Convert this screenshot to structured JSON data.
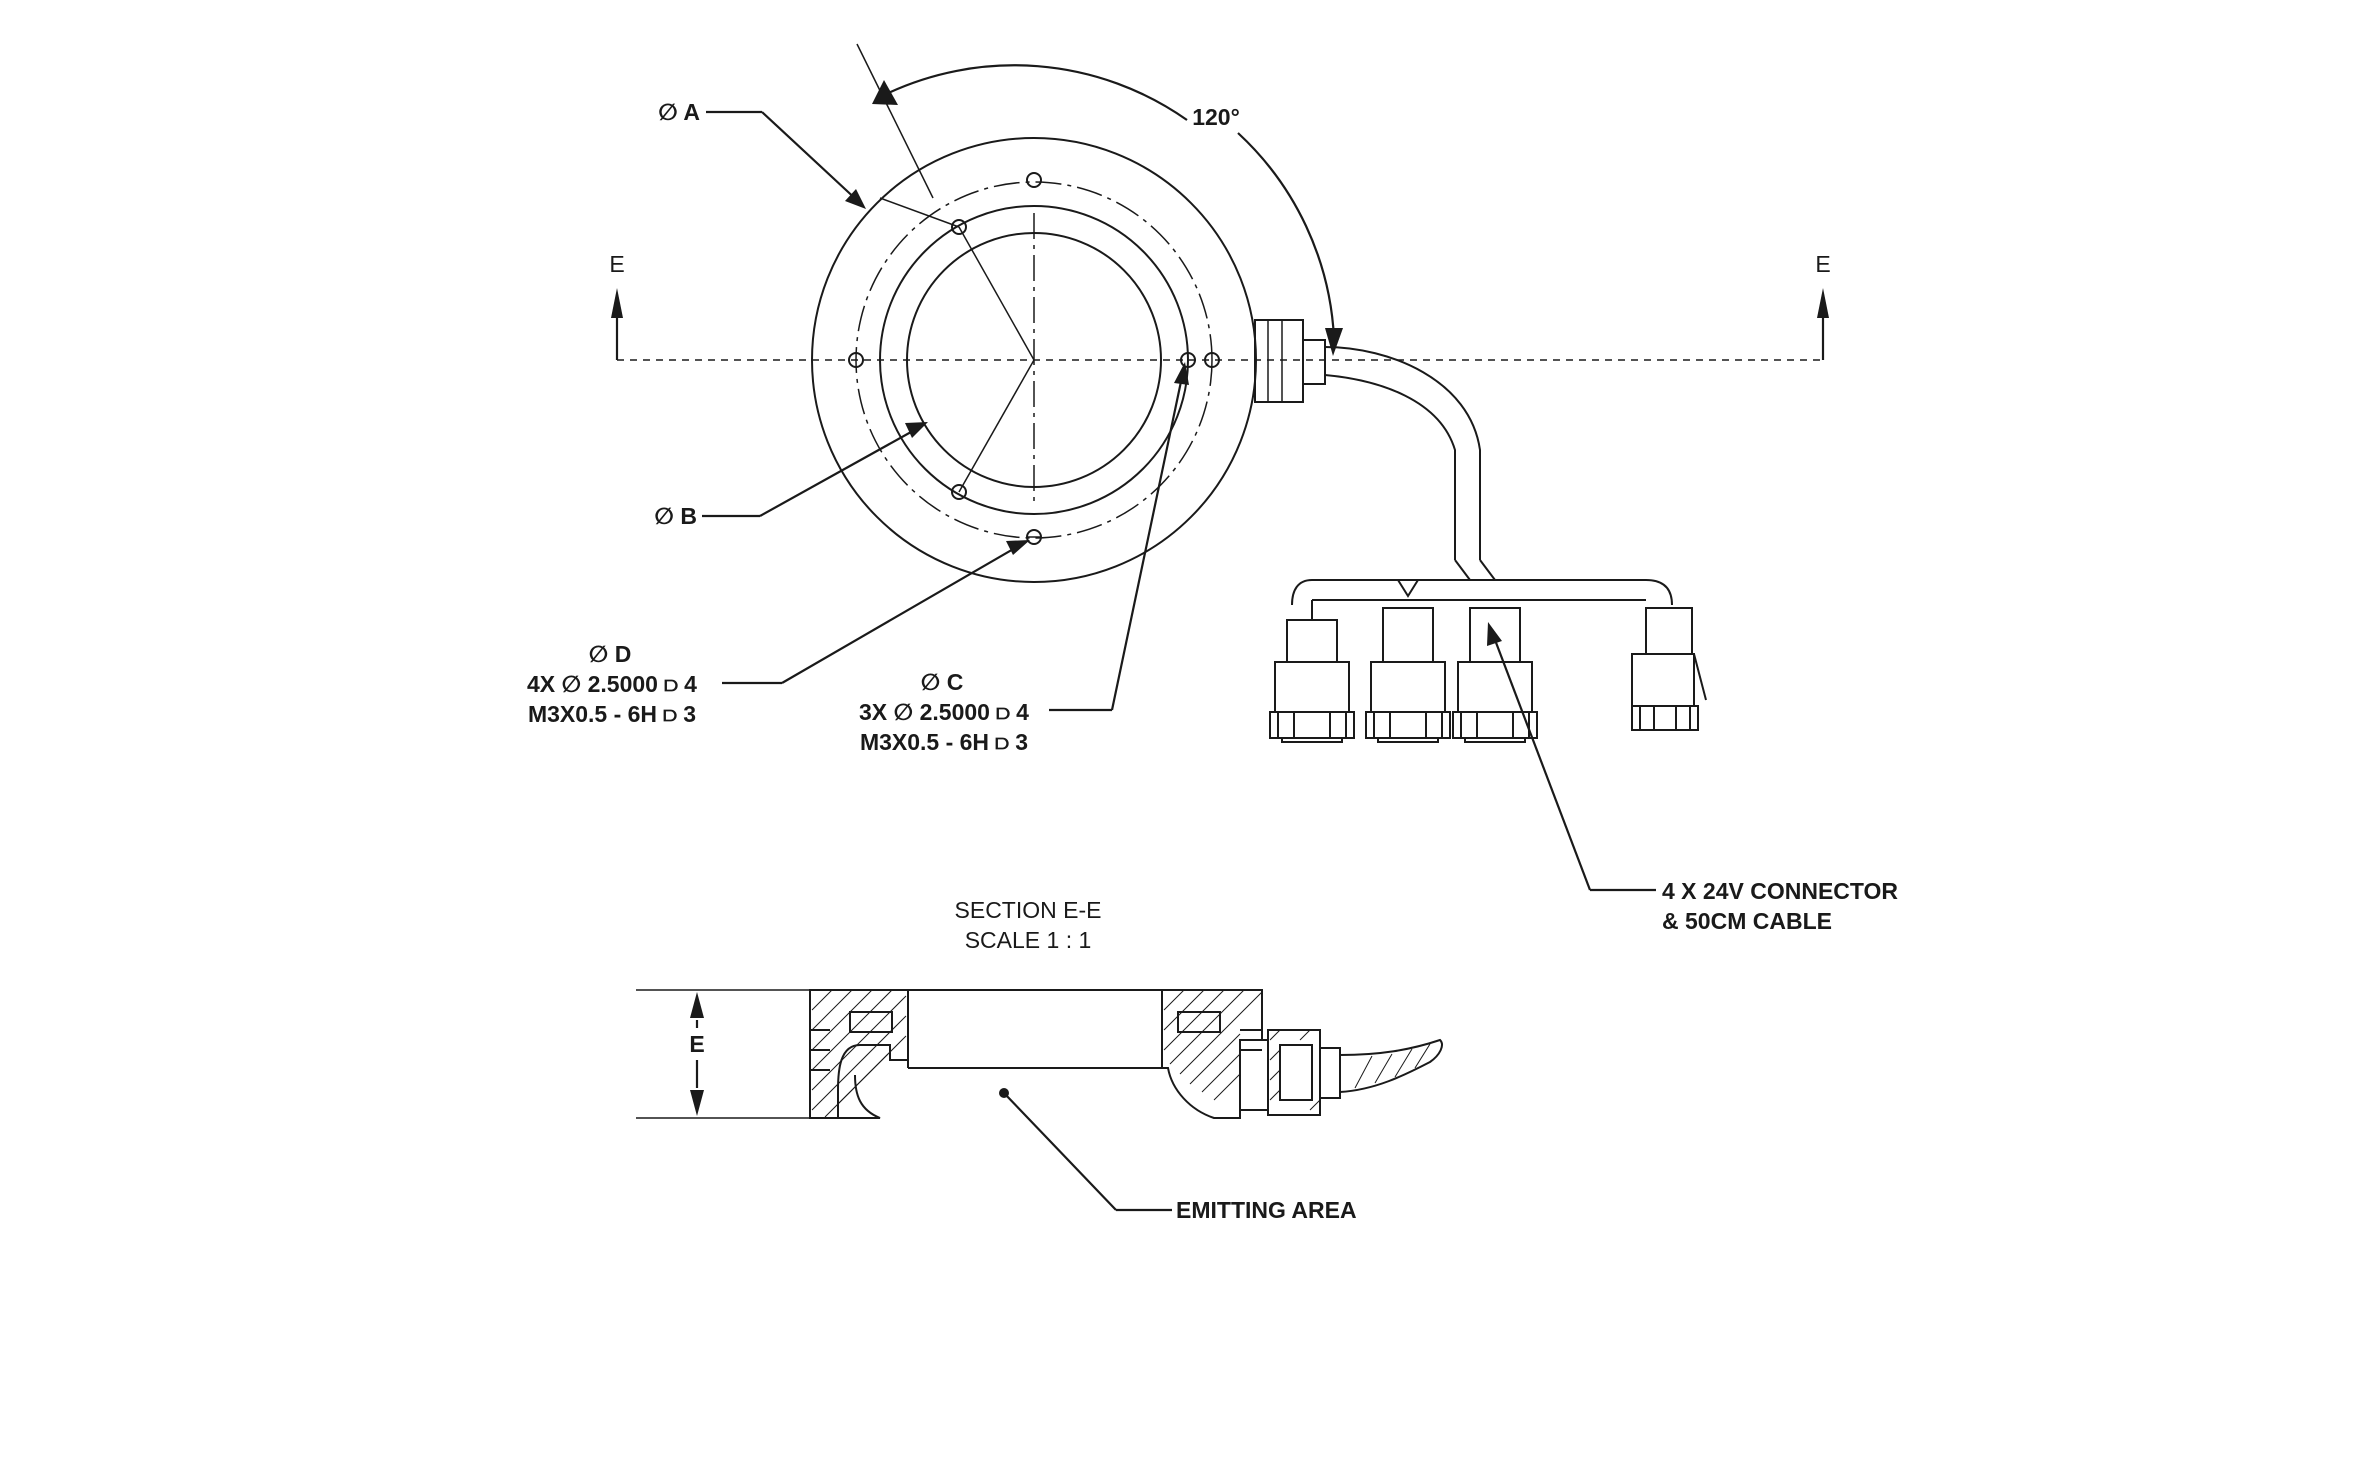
{
  "drawing": {
    "top_view": {
      "section_marker_left": "E",
      "section_marker_right": "E",
      "angle_label": "120°",
      "dia_a_label": "∅ A",
      "dia_b_label": "∅ B"
    },
    "callouts": {
      "dia_d": {
        "line1": "∅ D",
        "line2": "4X  ∅  2.5000  ⫐  4",
        "line3": "M3X0.5 - 6H  ⫐  3"
      },
      "dia_c": {
        "line1": "∅ C",
        "line2": "3X  ∅  2.5000  ⫐  4",
        "line3": "M3X0.5 - 6H  ⫐  3"
      },
      "connector": {
        "line1": "4 X 24V CONNECTOR",
        "line2": "& 50CM CABLE"
      }
    },
    "section_view": {
      "title": "SECTION E-E",
      "scale": "SCALE 1 : 1",
      "height_label": "E",
      "emitting_area_label": "EMITTING AREA"
    }
  }
}
